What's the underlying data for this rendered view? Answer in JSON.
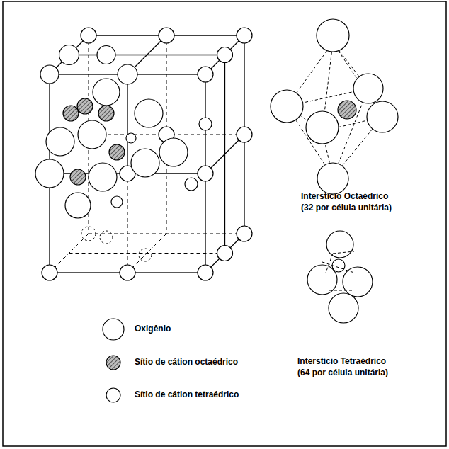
{
  "diagram": {
    "labels": [
      "Interstício Octaédrico",
      "(32 por célula unitária)",
      "Interstício Tetraédrico",
      "(64 por célula unitária)"
    ],
    "legend": [
      {
        "text": "Oxigênio"
      },
      {
        "text": "Sítio de cátion octaédrico"
      },
      {
        "text": "Sítio de cátion tetraédrico"
      }
    ]
  }
}
